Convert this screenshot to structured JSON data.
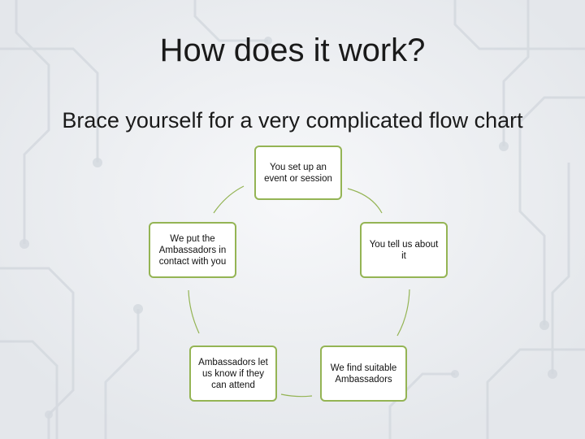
{
  "slide": {
    "title": "How does it work?",
    "subtitle": "Brace yourself for a very complicated flow chart"
  },
  "diagram": {
    "nodes": [
      {
        "id": "n1",
        "label": "You set up  an event or session"
      },
      {
        "id": "n2",
        "label": "You tell us about it"
      },
      {
        "id": "n3",
        "label": "We find suitable Ambassadors"
      },
      {
        "id": "n4",
        "label": "Ambassadors let us know if they can attend"
      },
      {
        "id": "n5",
        "label": "We put the Ambassadors in contact with you"
      }
    ],
    "connector_color": "#94b454",
    "border_color": "#94b454"
  }
}
